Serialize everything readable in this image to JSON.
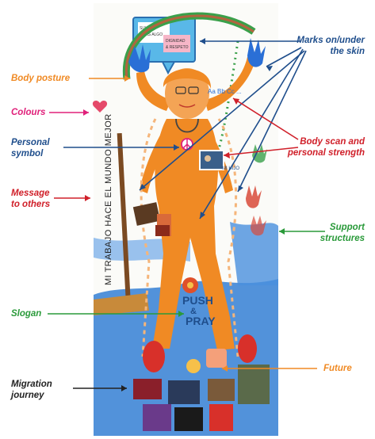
{
  "annotations": {
    "marks_on_under_skin": {
      "line1": "Marks on/under",
      "line2": "the skin",
      "color": "#1f4e8c"
    },
    "body_posture": {
      "text": "Body posture",
      "color": "#f08a24"
    },
    "colours": {
      "text": "Colours",
      "color": "#e0207a"
    },
    "personal_symbol": {
      "line1": "Personal",
      "line2": "symbol",
      "color": "#1f4e8c"
    },
    "body_scan": {
      "line1": "Body scan and",
      "line2": "personal strength",
      "color": "#d0202a"
    },
    "message_to_others": {
      "line1": "Message",
      "line2": "to others",
      "color": "#d0202a"
    },
    "support_structures": {
      "line1": "Support",
      "line2": "structures",
      "color": "#2a9a3a"
    },
    "slogan": {
      "text": "Slogan",
      "color": "#2a9a3a"
    },
    "future": {
      "text": "Future",
      "color": "#f08a24"
    },
    "migration_journey": {
      "line1": "Migration",
      "line2": "journey",
      "color": "#222222"
    }
  },
  "artwork": {
    "vertical_text": "MI TRABAJO HACE EL MUNDO MEJOR",
    "push_line1": "PUSH",
    "push_line2": "&",
    "push_line3": "PRAY",
    "speech_text1": "SI NECE-",
    "speech_text2": "SITAS ALGO",
    "note_text1": "DIGNIDAD",
    "note_text2": "& RESPETO",
    "letters": "Aa Bb Cc ...",
    "mi_hijo": "MI HIJO"
  }
}
